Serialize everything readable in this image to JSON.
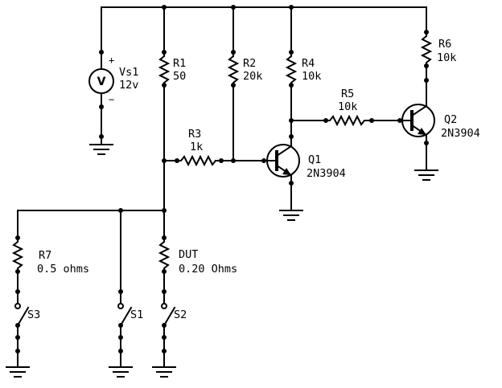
{
  "components": {
    "vs1": {
      "name": "Vs1",
      "value": "12v",
      "symbol": "V",
      "plus": "+",
      "minus": "−"
    },
    "r1": {
      "name": "R1",
      "value": "50"
    },
    "r2": {
      "name": "R2",
      "value": "20k"
    },
    "r3": {
      "name": "R3",
      "value": "1k"
    },
    "r4": {
      "name": "R4",
      "value": "10k"
    },
    "r5": {
      "name": "R5",
      "value": "10k"
    },
    "r6": {
      "name": "R6",
      "value": "10k"
    },
    "r7": {
      "name": "R7",
      "value": "0.5 ohms"
    },
    "dut": {
      "name": "DUT",
      "value": "0.20 Ohms"
    },
    "q1": {
      "name": "Q1",
      "value": "2N3904"
    },
    "q2": {
      "name": "Q2",
      "value": "2N3904"
    },
    "s1": {
      "name": "S1"
    },
    "s2": {
      "name": "S2"
    },
    "s3": {
      "name": "S3"
    }
  }
}
